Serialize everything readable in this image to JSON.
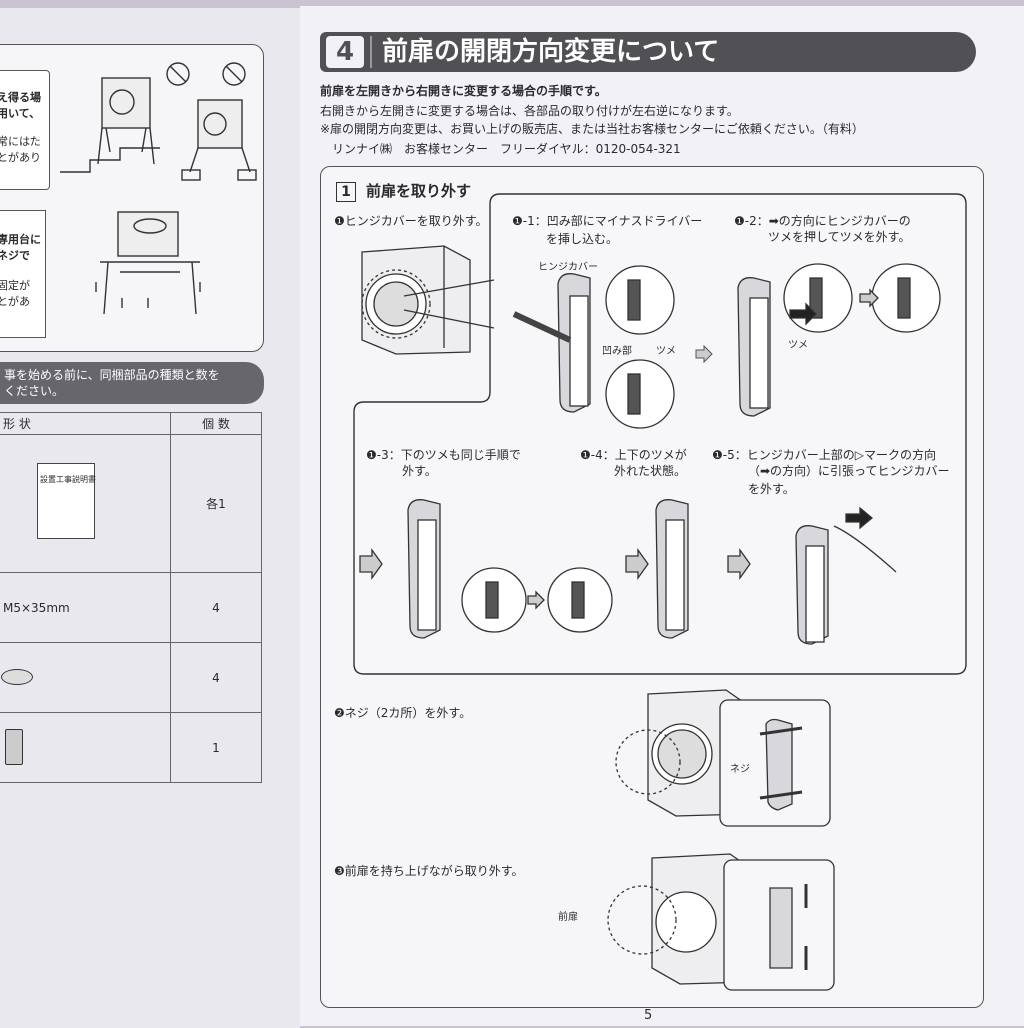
{
  "left_page": {
    "fragment1": [
      "え得る場",
      "用いて、",
      "常にはた",
      "とがあり"
    ],
    "fragment2": [
      "専用台に",
      "ネジで",
      "固定が",
      "とがあ"
    ],
    "banner": [
      "事を始める前に、同梱部品の種類と数を",
      "ください。"
    ],
    "table": {
      "headers": [
        "形 状",
        "個 数"
      ],
      "rows": [
        {
          "shape": "設置工事説明書",
          "count": "各1"
        },
        {
          "shape": "M5×35mm",
          "count": "4"
        },
        {
          "shape": "",
          "count": "4"
        },
        {
          "shape": "",
          "count": "1"
        }
      ]
    }
  },
  "section": {
    "number": "4",
    "title": "前扉の開閉方向変更について",
    "intro": [
      "前扉を左開きから右開きに変更する場合の手順です。",
      "右開きから左開きに変更する場合は、各部品の取り付けが左右逆になります。",
      "※扉の開閉方向変更は、お買い上げの販売店、または当社お客様センターにご依頼ください。（有料）",
      "リンナイ㈱　お客様センター　フリーダイヤル：0120-054-321"
    ]
  },
  "step1": {
    "number": "1",
    "title": "前扉を取り外す",
    "sub1": "❶ヒンジカバーを取り外す。",
    "s1_1": [
      "❶-1：凹み部にマイナスドライバー",
      "を挿し込む。"
    ],
    "s1_2": [
      "❶-2：➡の方向にヒンジカバーの",
      "ツメを押してツメを外す。"
    ],
    "s1_3": [
      "❶-3：下のツメも同じ手順で",
      "外す。"
    ],
    "s1_4": [
      "❶-4：上下のツメが",
      "外れた状態。"
    ],
    "s1_5": [
      "❶-5：ヒンジカバー上部の▷マークの方向",
      "（➡の方向）に引張ってヒンジカバー",
      "を外す。"
    ],
    "label_hinge_cover": "ヒンジカバー",
    "label_recess": "凹み部",
    "label_claw": "ツメ",
    "label_claw2": "ツメ"
  },
  "step2": {
    "text": "❷ネジ（2カ所）を外す。",
    "label_screw": "ネジ"
  },
  "step3": {
    "text": "❸前扉を持ち上げながら取り外す。",
    "label_door": "前扉"
  },
  "page_number": "5",
  "colors": {
    "title_bar": "#505055",
    "paper": "#f2f1f5",
    "line": "#555555"
  }
}
